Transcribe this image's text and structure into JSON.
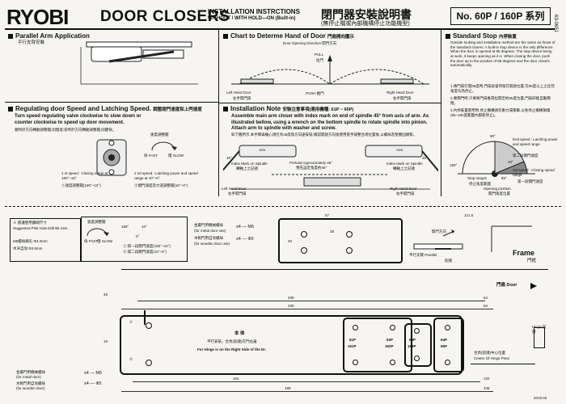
{
  "header": {
    "brand": "RYOBI",
    "title": "DOOR CLOSERS",
    "instructions_line1": "INSTALLATION INSTRCTIONS",
    "instructions_line2": "WITHOUT / WITH HOLD—ON (Built-in)",
    "cjk_title": "閉門器安裝說明書",
    "cjk_subtitle": "(無停止檔或內部機構停止功能機型)",
    "model": "No. 60P / 160P 系列",
    "side_code": "63-0651"
  },
  "parallel_arm": {
    "heading": "Parallel Arm Application",
    "cjk": "平行支臂安裝"
  },
  "chart_hand": {
    "heading": "Chart to Determe Hand of Door",
    "cjk": "門扇開向圖示",
    "opening_dir": "Door Opening Direction 開門方向",
    "pull": "PULL",
    "pull_cjk": "拉門",
    "push": "PUSH",
    "push_cjk": "推門",
    "left_hand": "Left Hand Door",
    "left_cjk": "左手開門扇",
    "right_hand": "Right Hand Door",
    "right_cjk": "右手開門扇"
  },
  "standard_stop": {
    "heading": "Standard Stop",
    "cjk": "內停裝置",
    "text": "Outside looking and installation method are the same as those of the standard closers. A built-in stop device is the only difference. When the door is opened at 85 degrees. The stop device being at work, it keeps opening as it is. When closing the door, push the door up to the position of 85 degrees and the door closers automatically.",
    "cjk_1": "1.將門扇打開85度時,門扇就會停留在開啟位置,在85度以上之任何角度均為停止。",
    "cjk_2": "2.要關門時,只要將門扇推或拉開至約85度位置,門扇即能自動關閉。",
    "cjk_3": "3.內停裝置使用時,停止機構請勿重力或衝擊,以免停止機構損壞(85~180度範圍內都能停止)。",
    "stop_lbl": "Stop ranges",
    "stop_cjk": "停止角度範圍",
    "op_pos": "Opening position",
    "op_cjk": "開門角度位置",
    "end_speed": "End speed : Latching power and speed range",
    "end_cjk": "第二段關門速度",
    "first_speed": "1st speed : Closing speed range",
    "first_cjk": "第一段關門速度",
    "deg_180": "180°",
    "deg_90": "90°",
    "deg_10": "10°",
    "deg_85": "85°"
  },
  "regulating": {
    "heading": "Regulating door Speed and Latching Speed.",
    "cjk": "調整閉門速度和上閂速度",
    "text": "Turn speed regulating valve clockwise to slow down or counter clockwise to speed up door movement.",
    "text_cjk": "順時針方向轉動調整閥,則慢速;逆時針方向轉動調整閥,則變快。",
    "valve_cjk": "速度調整閥",
    "fast": "FAST",
    "fast_cjk": "快",
    "slow": "SLOW",
    "slow_cjk": "慢",
    "first": "1 st speed : Closing range at 180°~10°",
    "first_cjk": "①速度調整閥(180°~10°)",
    "second": "2 nd speed : Latching power and speed range at 10°~0°",
    "second_cjk": "②閉門速度及力道調整閥(10°~0°)"
  },
  "installation": {
    "heading": "Installation Note",
    "cjk": "安裝注意事項(適用機種: 61P ~ 65P)",
    "text": "Assemble main arm closer with index mark on end of spindle 45° from axis of arm. As illustrated bellow, using a wrench on the bottom spindle to rotate spindle into pinion. Attach arm to spindle with washer and screw.",
    "text_cjk": "如下圖所示,本手臂與軸心須在有45度角方向處安裝,確認開啟方向後使用扳手調整合適位置後,以螺絲及墊圈固鎖緊。",
    "arm": "Arm",
    "index_mark": "Index Mark on Spindle",
    "index_cjk": "轉軸上之記號",
    "preload": "Preload Approximately 45°",
    "preload_cjk": "預先設定角度約45°",
    "left": "Left Hand Door",
    "left_cjk": "左手開門扇",
    "right": "Right Hand Door",
    "right_cjk": "右手開門扇",
    "deg_45": "45°"
  },
  "template": {
    "drill_cjk": "※ 建議使用鑽頭尺寸",
    "drill_en": "Suggested Pilot Hole Drill Bit Size",
    "m5": "M5螺絲鎖孔:Ф4.2mm",
    "hole": "木牙自攻:Ф3.8mm",
    "valve_cjk": "速度調整閥",
    "fast": "FAST",
    "fast_cjk": "快",
    "slow": "SLOW",
    "slow_cjk": "慢",
    "deg_180": "180°",
    "deg_10": "10°",
    "deg_0": "0°",
    "speed1": "①:第一段關門速度(180°~10°)",
    "speed2": "②:第二段關門速度(10°~0°)",
    "metal_cjk": "金屬門用機械螺絲",
    "metal_en": "(for metal door use)",
    "metal_spec": "x4 — M5",
    "wood_cjk": "木製門用自攻螺絲",
    "wood_en": "(for wooden door use)",
    "wood_spec": "x4 — Ф5",
    "dim_57": "57",
    "dim_1215": "121.5",
    "dim_38": "38",
    "dim_20": "20",
    "dim_208": "208",
    "dim_230": "230",
    "dim_64": "64",
    "dim_84": "84",
    "dim_45": "45",
    "dim_19": "19",
    "dim_162": "162",
    "dim_132": "132",
    "dim_188": "188",
    "dim_106": "106",
    "open_dir": "開門方向",
    "parallel_lbl": "平行支臂 Parallel",
    "hinge_lbl": "鉸鏈",
    "frame": "Frame",
    "frame_cjk": "門框",
    "door_lbl": "門扇 Door",
    "body_cjk": "本 体",
    "parallel_cjk": "平行安裝，合頁(鉸鏈)在門右邊",
    "hinge_right": "For Hinge is on the Right Side of the Dr.",
    "m61": "61P",
    "m161": "161P",
    "m62": "62P",
    "m162": "162P",
    "m63": "63P",
    "m163": "163P",
    "m64": "64P",
    "m65": "65P",
    "pivot_cjk": "合頁(鉸鏈)中心位置",
    "pivot_en": "Center Of Hinge Pivot",
    "hinge_side": "Hinge 鉸鏈",
    "date": "2019.03",
    "metal_cjk_b": "金屬門用機械螺絲",
    "metal_en_b": "(for metal door)",
    "metal_spec_b": "x4 — M5",
    "wood_cjk_b": "木製門用自攻螺絲",
    "wood_en_b": "(for wooden door)",
    "wood_spec_b": "x4 — Ф5",
    "circ1": "①",
    "circ2": "②"
  }
}
